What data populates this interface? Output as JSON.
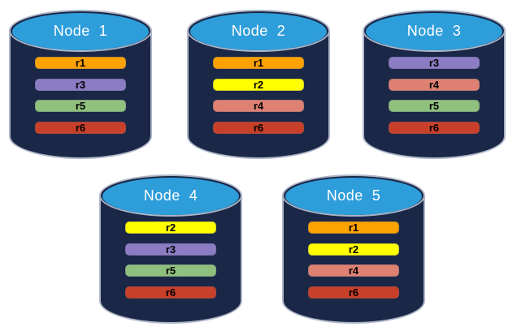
{
  "background": "#FFFFFF",
  "cylinder_colors": {
    "body": "#1B2747",
    "top": "#2E9EDA",
    "label_text": "#FFFFFF",
    "bar_text": "#000000"
  },
  "replica_colors": {
    "r1": "#FEA202",
    "r2": "#FFFF00",
    "r3": "#8C7CC4",
    "r4": "#DE8172",
    "r5": "#8FC07E",
    "r6": "#C8402A"
  },
  "nodes": [
    {
      "label": "Node  1",
      "bars": [
        "r1",
        "r3",
        "r5",
        "r6"
      ]
    },
    {
      "label": "Node  2",
      "bars": [
        "r1",
        "r2",
        "r4",
        "r6"
      ]
    },
    {
      "label": "Node  3",
      "bars": [
        "r3",
        "r4",
        "r5",
        "r6"
      ]
    },
    {
      "label": "Node  4",
      "bars": [
        "r2",
        "r3",
        "r5",
        "r6"
      ]
    },
    {
      "label": "Node  5",
      "bars": [
        "r1",
        "r2",
        "r4",
        "r6"
      ]
    }
  ]
}
